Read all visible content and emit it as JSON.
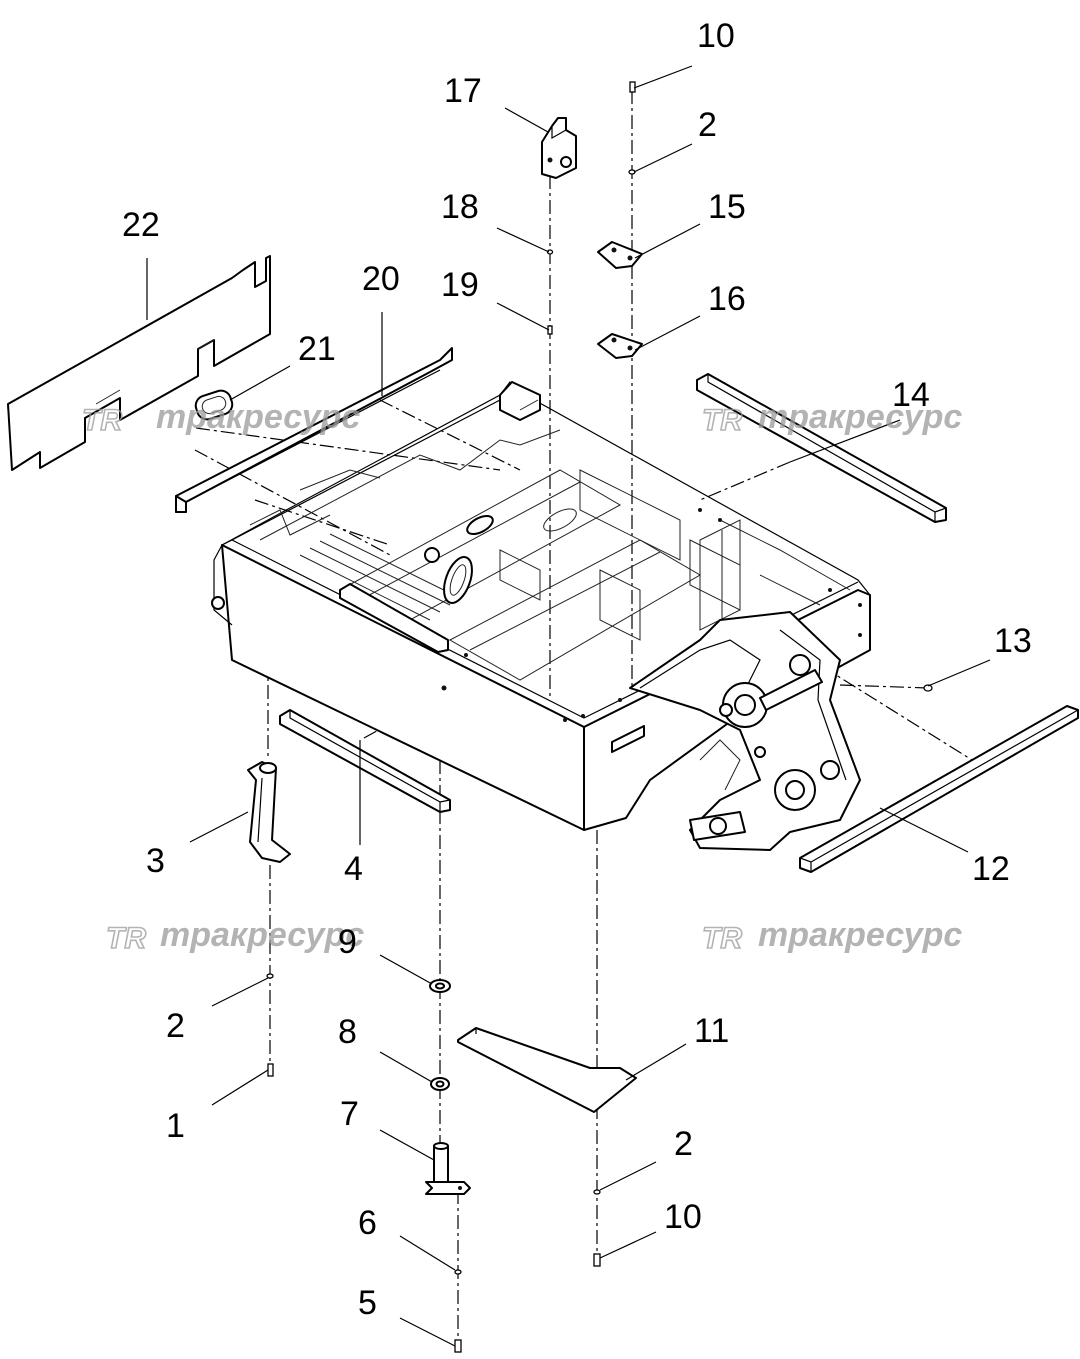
{
  "watermark": {
    "logo": "TR",
    "text": "тракресурс"
  },
  "callouts": [
    "1",
    "2",
    "3",
    "4",
    "5",
    "6",
    "7",
    "8",
    "9",
    "10",
    "11",
    "12",
    "13",
    "14",
    "15",
    "16",
    "17",
    "18",
    "19",
    "20",
    "21",
    "22"
  ],
  "colors": {
    "line": "#000000",
    "watermark": "#9a9a9a",
    "background": "#ffffff"
  }
}
